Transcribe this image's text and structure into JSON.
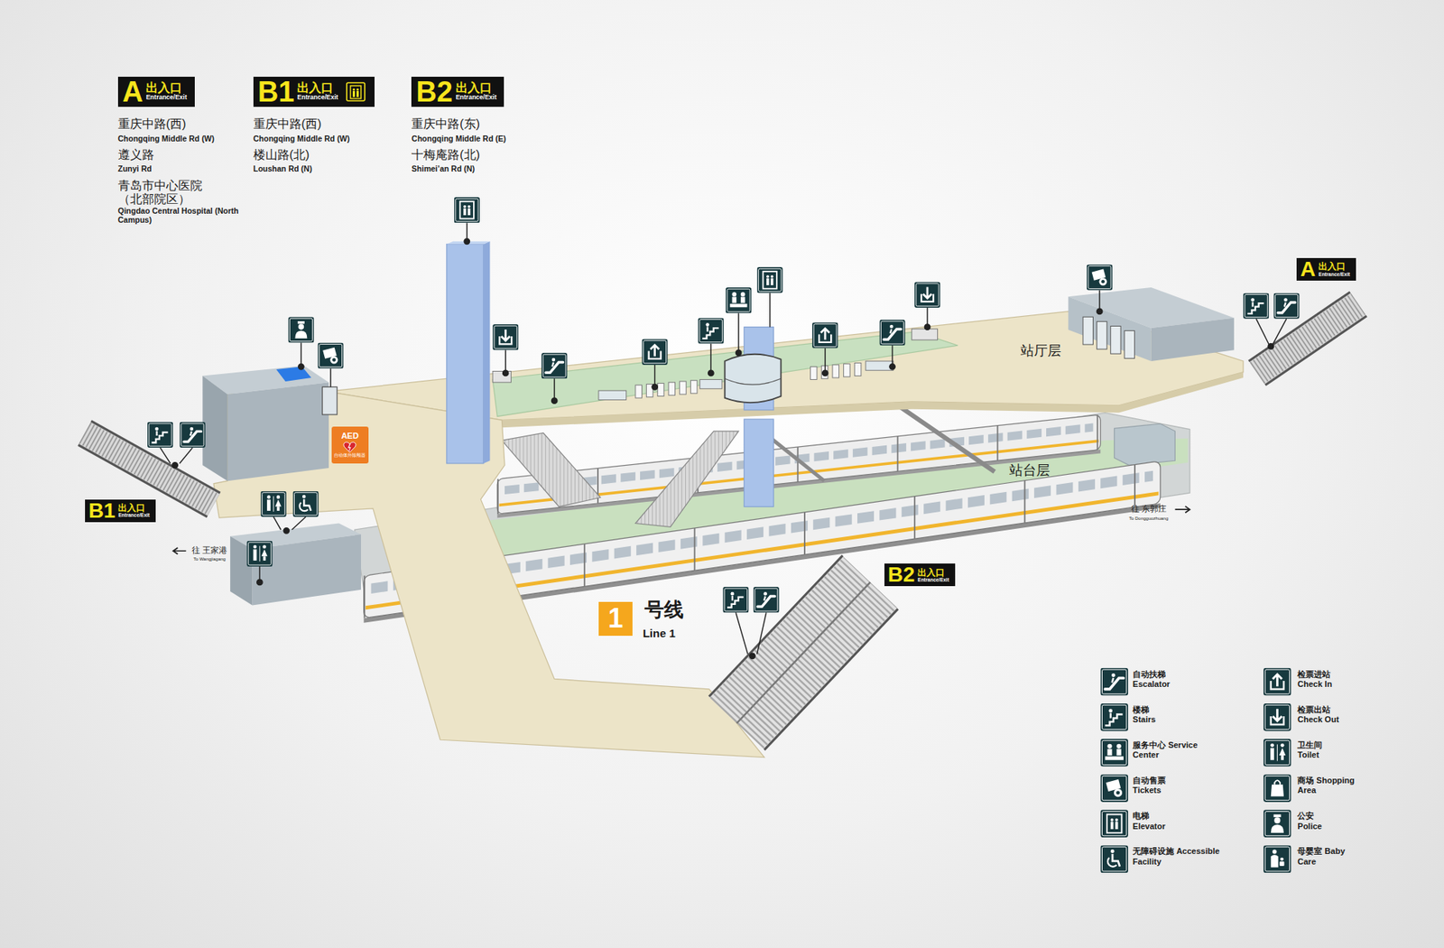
{
  "diagram": {
    "nodes": [
      {
        "text": [
          "A",
          "出入口",
          "Entrance/Exit"
        ]
      },
      {
        "text": [
          "B1",
          "出入口",
          "Entrance/Exit"
        ]
      },
      {
        "text": [
          "B2",
          "出入口",
          "Entrance/Exit"
        ]
      },
      {
        "text": [
          "A",
          "出入口",
          "Entrance/Exit"
        ]
      },
      {
        "text": [
          "B1",
          "出入口",
          "Entrance/Exit"
        ]
      },
      {
        "text": [
          "B2",
          "出入口",
          "Entrance/Exit"
        ]
      },
      {
        "text": [
          "AED",
          "自动体外除颤器"
        ]
      },
      {
        "text": [
          "1"
        ]
      }
    ],
    "labels": [
      "重庆中路(西)",
      "Chongqing Middle Rd (W)",
      "遵义路",
      "Zunyi Rd",
      "青岛市中心医院 （北部院区）",
      "Qingdao Central Hospital (North Campus)",
      "重庆中路(西)",
      "Chongqing Middle Rd (W)",
      "楼山路(北)",
      "Loushan Rd (N)",
      "重庆中路(东)",
      "Chongqing Middle Rd (E)",
      "十梅庵路(北)",
      "Shimei’an Rd (N)",
      "站厅层",
      "站台层",
      "往 王家港",
      "To Wangjiagang",
      "往 东郭庄",
      "To Dongguozhuang",
      "号线",
      "Line 1"
    ],
    "legend": [
      {
        "text": "自动扶梯 Escalator"
      },
      {
        "text": "楼梯 Stairs"
      },
      {
        "text": "服务中心 Service Center"
      },
      {
        "text": "自动售票 Tickets"
      },
      {
        "text": "电梯 Elevator"
      },
      {
        "text": "无障碍设施 Accessible Facility"
      },
      {
        "text": "检票进站 Check In"
      },
      {
        "text": "检票出站 Check Out"
      },
      {
        "text": "卫生间 Toilet"
      },
      {
        "text": "商场 Shopping Area"
      },
      {
        "text": "公安 Police"
      },
      {
        "text": "母婴室 Baby Care"
      }
    ]
  }
}
